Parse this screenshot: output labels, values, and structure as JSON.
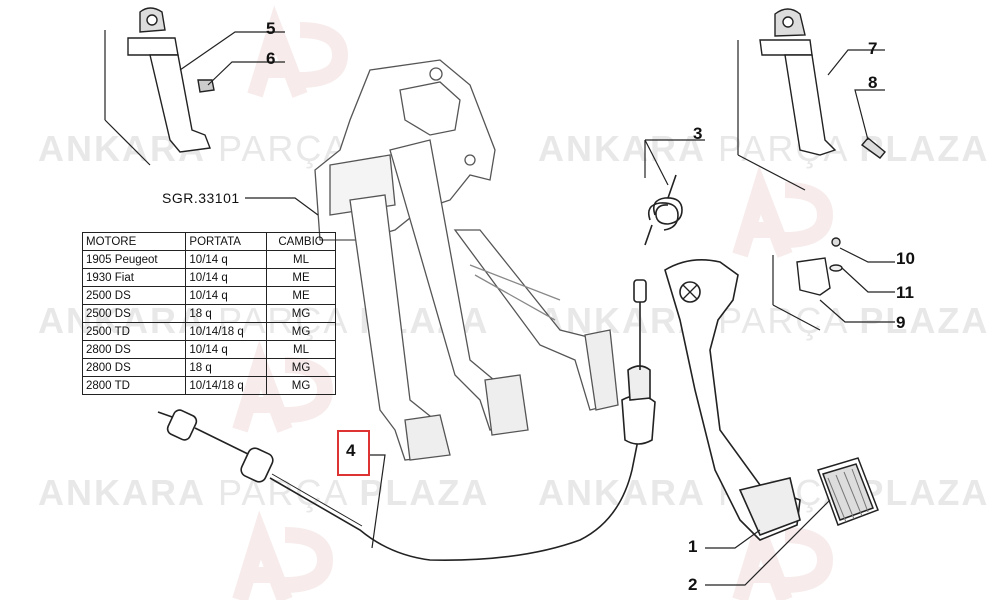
{
  "reference_code": "SGR.33101",
  "callouts": {
    "c1": "1",
    "c2": "2",
    "c3": "3",
    "c4": "4",
    "c5": "5",
    "c6": "6",
    "c7": "7",
    "c8": "8",
    "c9": "9",
    "c10": "10",
    "c11": "11"
  },
  "watermark": {
    "brand": "ANKARA",
    "middle": "PARÇA",
    "last": "PLAZA"
  },
  "table": {
    "headers": [
      "MOTORE",
      "PORTATA",
      "CAMBIO"
    ],
    "rows": [
      [
        "1905 Peugeot",
        "10/14 q",
        "ML"
      ],
      [
        "1930 Fiat",
        "10/14 q",
        "ME"
      ],
      [
        "2500 DS",
        "10/14 q",
        "ME"
      ],
      [
        "2500 DS",
        "18 q",
        "MG"
      ],
      [
        "2500 TD",
        "10/14/18 q",
        "MG"
      ],
      [
        "2800 DS",
        "10/14 q",
        "ML"
      ],
      [
        "2800 DS",
        "18 q",
        "MG"
      ],
      [
        "2800 TD",
        "10/14/18 q",
        "MG"
      ]
    ]
  },
  "highlight": {
    "target": "4",
    "color": "#dd3333"
  }
}
